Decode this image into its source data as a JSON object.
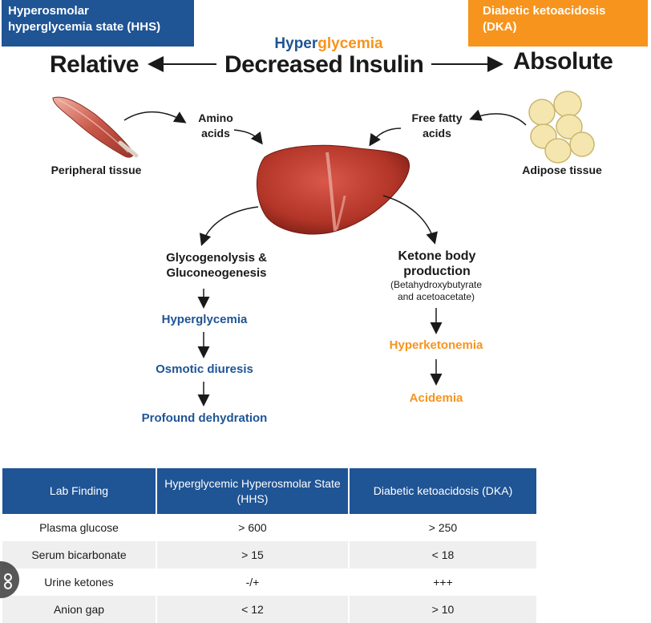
{
  "top_boxes": {
    "hhs": [
      "Hyperosmolar",
      "hyperglycemia state (HHS)"
    ],
    "dka": [
      "Diabetic ketoacidosis",
      "(DKA)"
    ]
  },
  "header": {
    "hyper_part1": "Hyper",
    "hyper_part2": "glycemia",
    "left": "Relative",
    "center": "Decreased Insulin",
    "right": "Absolute"
  },
  "sources": {
    "peripheral": "Peripheral tissue",
    "amino": [
      "Amino",
      "acids"
    ],
    "ffa": [
      "Free fatty",
      "acids"
    ],
    "adipose": "Adipose tissue"
  },
  "left_path": {
    "process": [
      "Glycogenolysis &",
      "Gluconeogenesis"
    ],
    "steps": [
      "Hyperglycemia",
      "Osmotic diuresis",
      "Profound dehydration"
    ]
  },
  "right_path": {
    "process": [
      "Ketone body",
      "production"
    ],
    "detail": [
      "(Betahydroxybutyrate",
      "and acetoacetate)"
    ],
    "steps": [
      "Hyperketonemia",
      "Acidemia"
    ]
  },
  "table": {
    "headers": [
      "Lab Finding",
      "Hyperglycemic Hyperosmolar State (HHS)",
      "Diabetic ketoacidosis (DKA)"
    ],
    "rows": [
      [
        "Plasma glucose",
        "> 600",
        "> 250"
      ],
      [
        "Serum bicarbonate",
        "> 15",
        "< 18"
      ],
      [
        "Urine ketones",
        "-/+",
        "+++"
      ],
      [
        "Anion gap",
        "< 12",
        "> 10"
      ]
    ]
  },
  "colors": {
    "hhs_blue": "#1f5495",
    "dka_orange": "#f7941d",
    "liver": "#b83a2e",
    "fat": "#f5e6b0",
    "muscle": "#c8584a"
  }
}
